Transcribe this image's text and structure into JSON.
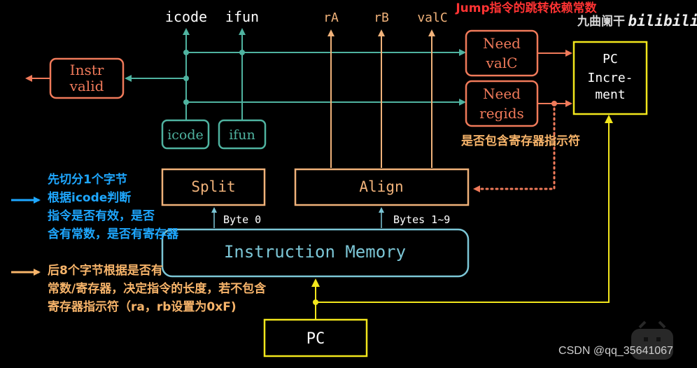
{
  "title": "Jump指令的跳转依赖常数",
  "watermark": {
    "brand": "九曲阑干",
    "logo": "bilibili",
    "credit": "CSDN @qq_35641067"
  },
  "signals": {
    "icode": "icode",
    "ifun": "ifun",
    "ra": "rA",
    "rb": "rB",
    "valc": "valC"
  },
  "blocks": {
    "instr_valid": [
      "Instr",
      "valid"
    ],
    "need_valc": [
      "Need",
      "valC"
    ],
    "need_regids": [
      "Need",
      "regids"
    ],
    "pc_increment": [
      "PC",
      "Incre-",
      "ment"
    ],
    "icode_box": "icode",
    "ifun_box": "ifun",
    "split": "Split",
    "align": "Align",
    "instruction_memory": "Instruction Memory",
    "pc": "PC"
  },
  "bytes": {
    "byte0": "Byte 0",
    "bytes19": "Bytes 1~9"
  },
  "annotations": {
    "regid_note": "是否包含寄存器指示符",
    "note1": [
      "先切分1个字节",
      "根据icode判断",
      "指令是否有效，是否",
      "含有常数，是否有寄存器"
    ],
    "note2": [
      "后8个字节根据是否有",
      "常数/寄存器，决定指令的长度，若不包含",
      "寄存器指示符（ra，rb设置为0xF)"
    ]
  },
  "colors": {
    "teal": "#4fb3a0",
    "orange_box": "#f07a5a",
    "tan_box": "#f0b27a",
    "yellow": "#f2e61c",
    "cyan_mem": "#7cc6d6",
    "blue_note": "#1ea7ff",
    "orange_note": "#f7b46a",
    "red_title": "#ff3333"
  }
}
